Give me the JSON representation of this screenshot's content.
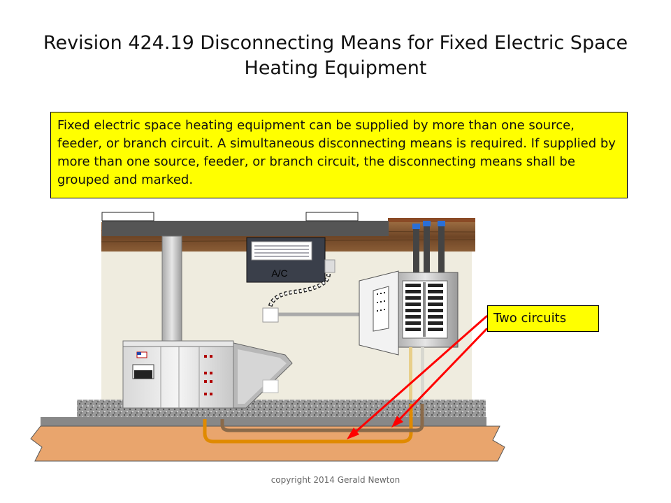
{
  "slide": {
    "title_line1": "Revision  424.19  Disconnecting Means for Fixed Electric Space",
    "title_line2": "Heating Equipment",
    "description": "Fixed electric space heating equipment can be supplied by more than one source, feeder, or branch circuit.  A simultaneous disconnecting means is required.  If supplied by more than one source, feeder, or branch circuit, the disconnecting means shall be grouped and marked.",
    "callout_label": "Two circuits",
    "ac_unit_label": "A/C",
    "copyright": "copyright 2014 Gerald Newton"
  },
  "colors": {
    "note_background": "#ffff00",
    "arrow": "#ff0000",
    "circuit_conduit": "#e08a00"
  },
  "icons": [
    "furnace-icon",
    "ac-unit-icon",
    "panelboard-icon",
    "arrow-icon"
  ]
}
